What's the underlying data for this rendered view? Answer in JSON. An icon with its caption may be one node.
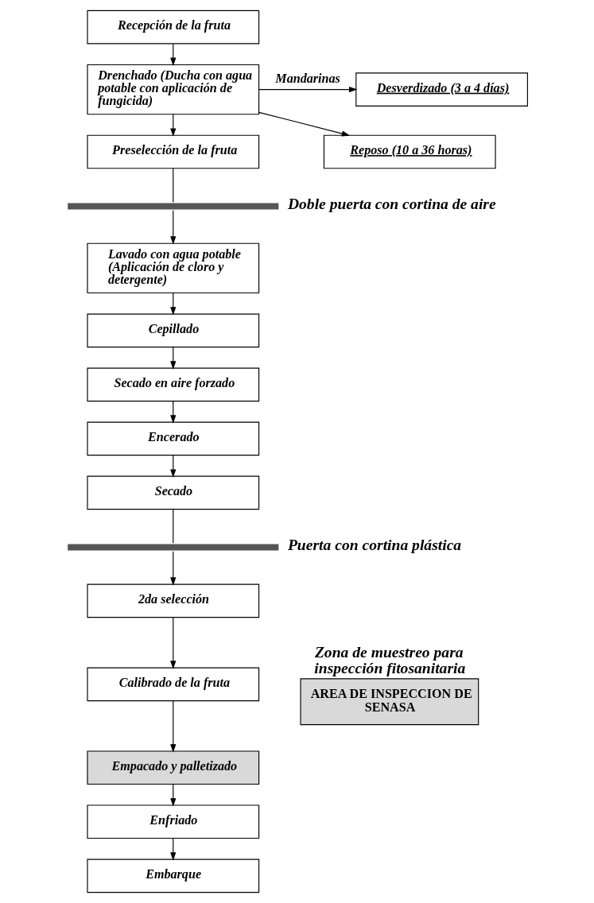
{
  "diagram": {
    "nodes": [
      {
        "text": [
          "Recepción de la fruta"
        ]
      },
      {
        "text": [
          "Drenchado (Ducha con agua potable con aplicación de fungicida)"
        ]
      },
      {
        "text": [
          "Desverdizado (3 a 4 días)"
        ]
      },
      {
        "text": [
          "Reposo (10 a 36 horas)"
        ]
      },
      {
        "text": [
          "Preselección de la fruta"
        ]
      },
      {
        "text": [],
        "shape": "bar",
        "beside": [
          "Doble puerta con cortina de aire"
        ]
      },
      {
        "text": [
          "Lavado con agua potable (Aplicación de cloro y detergente)"
        ]
      },
      {
        "text": [
          "Cepillado"
        ]
      },
      {
        "text": [
          "Secado en aire forzado"
        ]
      },
      {
        "text": [
          "Encerado"
        ]
      },
      {
        "text": [
          "Secado"
        ]
      },
      {
        "text": [],
        "shape": "bar",
        "beside": [
          "Puerta con cortina plástica"
        ]
      },
      {
        "text": [
          "2da selección"
        ]
      },
      {
        "text": [
          "Calibrado de la fruta"
        ]
      },
      {
        "text": [
          "Empacado y palletizado"
        ]
      },
      {
        "text": [
          "Zona de muestreo para inspección fitosanitaria",
          "AREA DE INSPECCION DE SENASA"
        ]
      },
      {
        "text": [
          "Enfriado"
        ]
      },
      {
        "text": [
          "Embarque"
        ]
      }
    ],
    "edges": [
      {
        "from": 0,
        "to": 1,
        "arrow": "to"
      },
      {
        "from": 1,
        "to": 2,
        "arrow": "to",
        "label": "Mandarinas"
      },
      {
        "from": 1,
        "to": 3,
        "arrow": "to"
      },
      {
        "from": 1,
        "to": 4,
        "arrow": "to"
      },
      {
        "from": 4,
        "to": 5,
        "arrow": "none"
      },
      {
        "from": 5,
        "to": 6,
        "arrow": "to"
      },
      {
        "from": 6,
        "to": 7,
        "arrow": "to"
      },
      {
        "from": 7,
        "to": 8,
        "arrow": "to"
      },
      {
        "from": 8,
        "to": 9,
        "arrow": "to"
      },
      {
        "from": 9,
        "to": 10,
        "arrow": "to"
      },
      {
        "from": 10,
        "to": 11,
        "arrow": "none"
      },
      {
        "from": 11,
        "to": 12,
        "arrow": "to"
      },
      {
        "from": 12,
        "to": 13,
        "arrow": "to"
      },
      {
        "from": 13,
        "to": 14,
        "arrow": "to"
      },
      {
        "from": 14,
        "to": 16,
        "arrow": "to"
      },
      {
        "from": 16,
        "to": 17,
        "arrow": "to"
      }
    ]
  }
}
